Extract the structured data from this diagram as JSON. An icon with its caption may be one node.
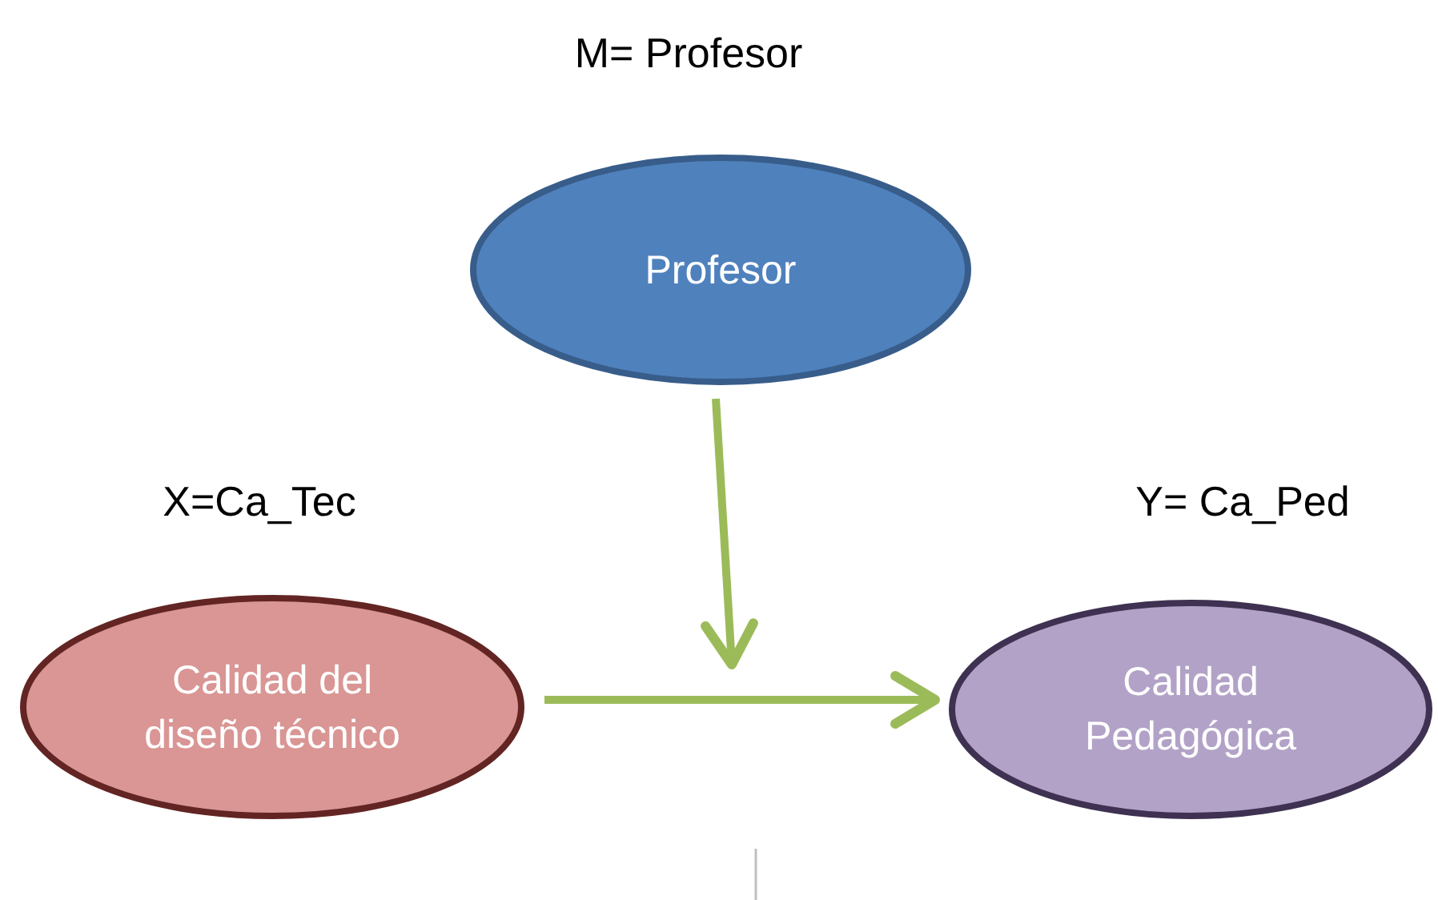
{
  "diagram": {
    "nodes": [
      {
        "text": [
          "Profesor"
        ],
        "beside": [
          "M= Profesor"
        ]
      },
      {
        "text": [
          "Calidad del diseño técnico"
        ],
        "beside": [
          "X=Ca_Tec"
        ]
      },
      {
        "text": [
          "Calidad Pedagógica"
        ],
        "beside": [
          "Y= Ca_Ped"
        ]
      }
    ],
    "edges": [
      {
        "from": 0,
        "to": null,
        "arrow": "to"
      },
      {
        "from": 1,
        "to": 2,
        "arrow": "to"
      }
    ]
  }
}
